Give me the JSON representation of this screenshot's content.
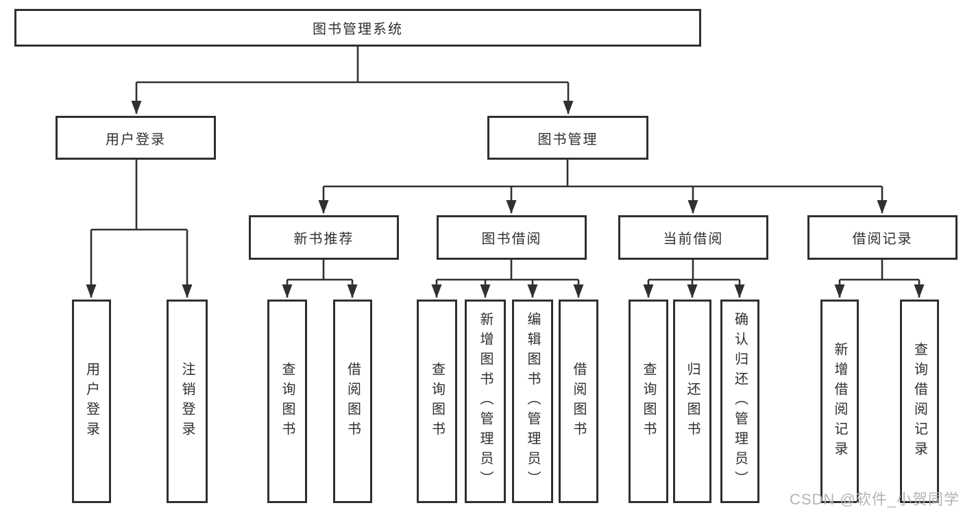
{
  "diagram": {
    "title": "图书管理系统",
    "level2": [
      {
        "label": "用户登录"
      },
      {
        "label": "图书管理"
      }
    ],
    "level3": [
      {
        "label": "新书推荐"
      },
      {
        "label": "图书借阅"
      },
      {
        "label": "当前借阅"
      },
      {
        "label": "借阅记录"
      }
    ],
    "leaves": [
      {
        "label": "用户登录"
      },
      {
        "label": "注销登录"
      },
      {
        "label": "查询图书"
      },
      {
        "label": "借阅图书"
      },
      {
        "label": "查询图书"
      },
      {
        "label": "新增图书（管理员）"
      },
      {
        "label": "编辑图书（管理员）"
      },
      {
        "label": "借阅图书"
      },
      {
        "label": "查询图书"
      },
      {
        "label": "归还图书"
      },
      {
        "label": "确认归还（管理员）"
      },
      {
        "label": "新增借阅记录"
      },
      {
        "label": "查询借阅记录"
      }
    ],
    "watermark": "CSDN @软件_小贺同学",
    "colors": {
      "line": "#303030",
      "border": "#2f2f2f",
      "text": "#2e2e36",
      "watermark": "#b5b5b5"
    }
  }
}
